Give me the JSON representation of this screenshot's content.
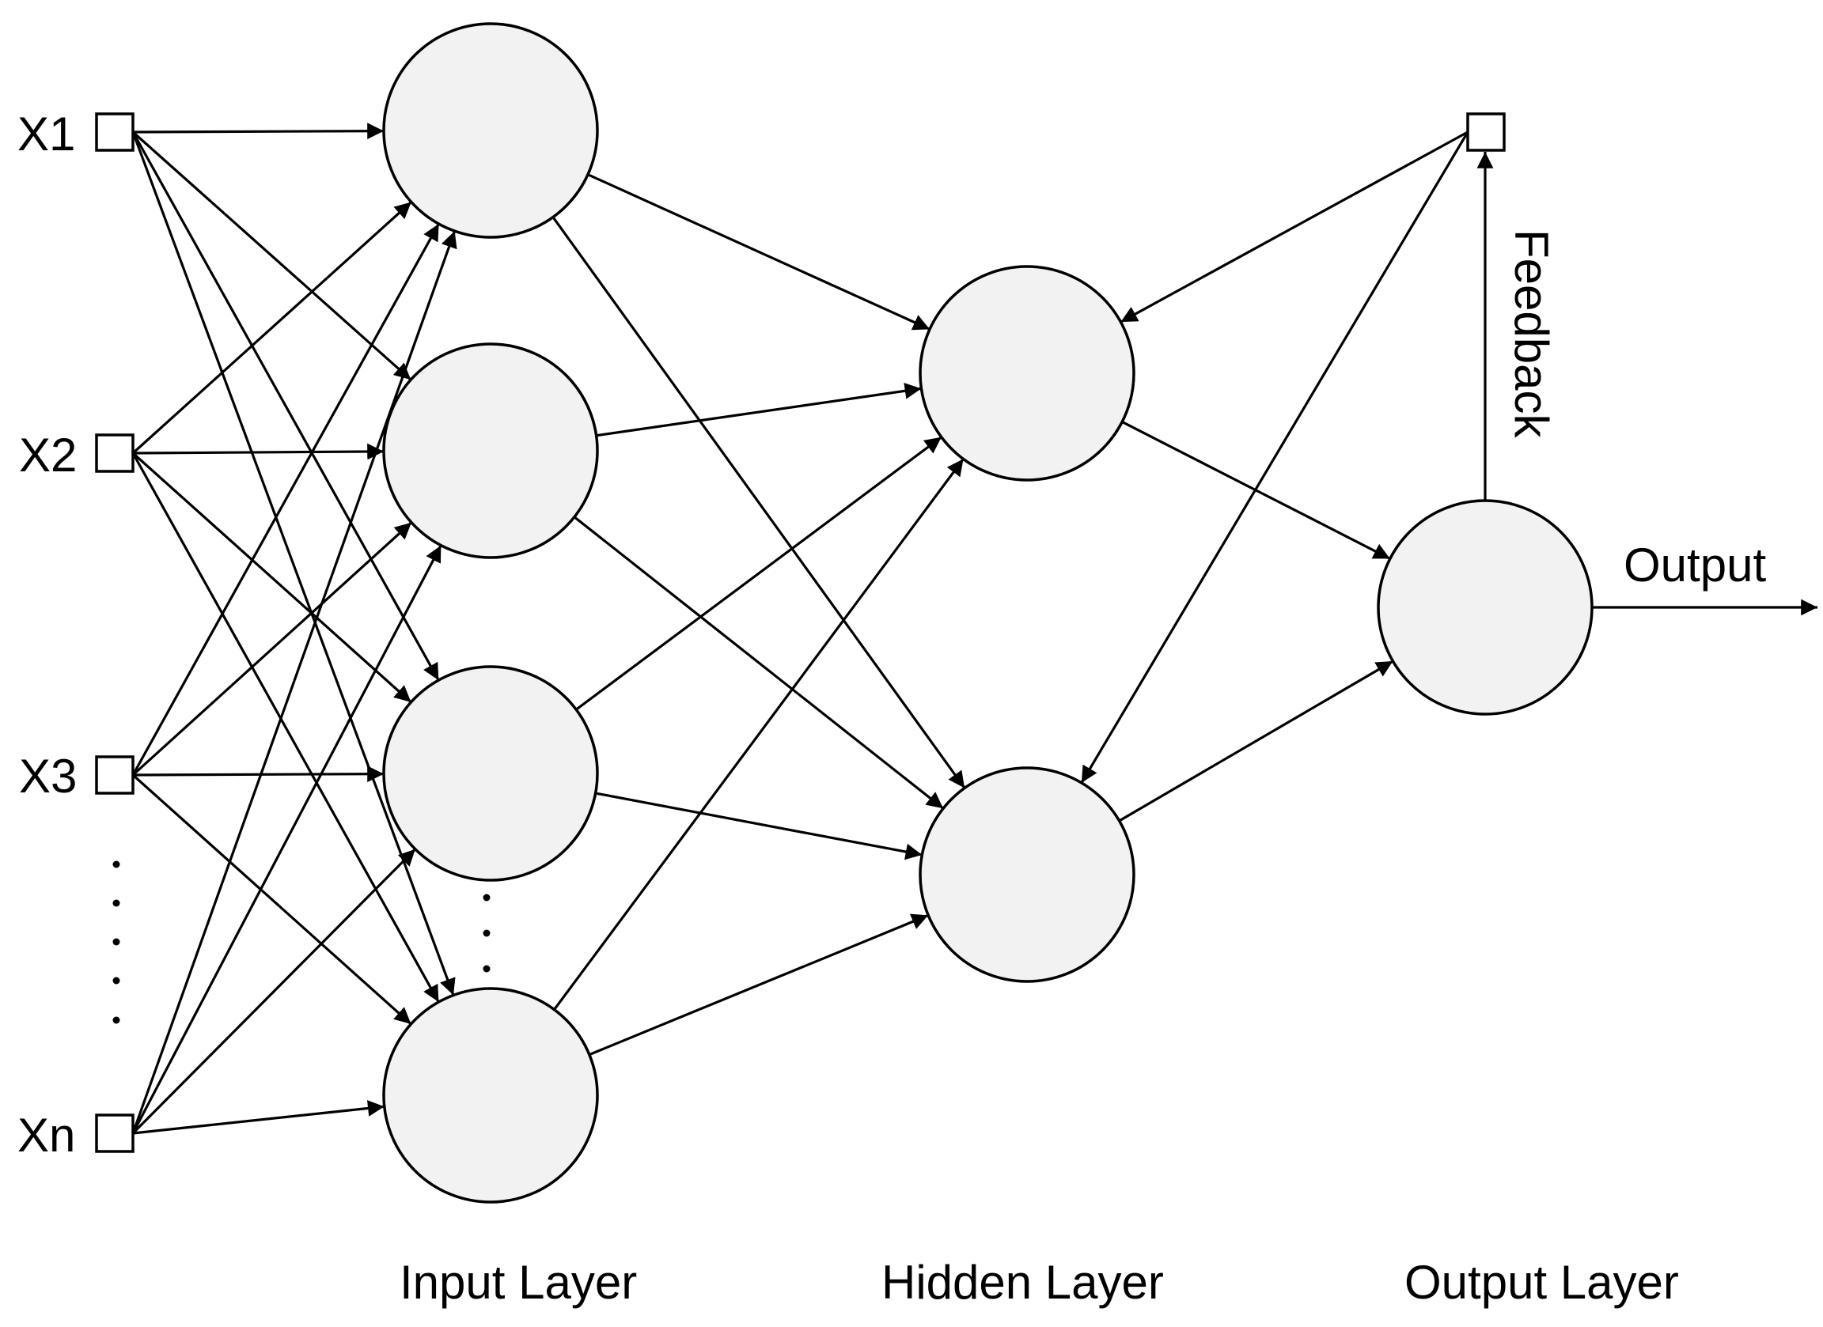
{
  "inputs": [
    {
      "id": "x1",
      "label": "X1"
    },
    {
      "id": "x2",
      "label": "X2"
    },
    {
      "id": "x3",
      "label": "X3"
    },
    {
      "id": "xn",
      "label": "Xn"
    }
  ],
  "layers": {
    "input": "Input Layer",
    "hidden": "Hidden Layer",
    "output": "Output Layer"
  },
  "labels": {
    "output": "Output",
    "feedback": "Feedback"
  },
  "colors": {
    "node_fill": "#f2f2f2",
    "stroke": "#000000",
    "background": "#ffffff"
  }
}
